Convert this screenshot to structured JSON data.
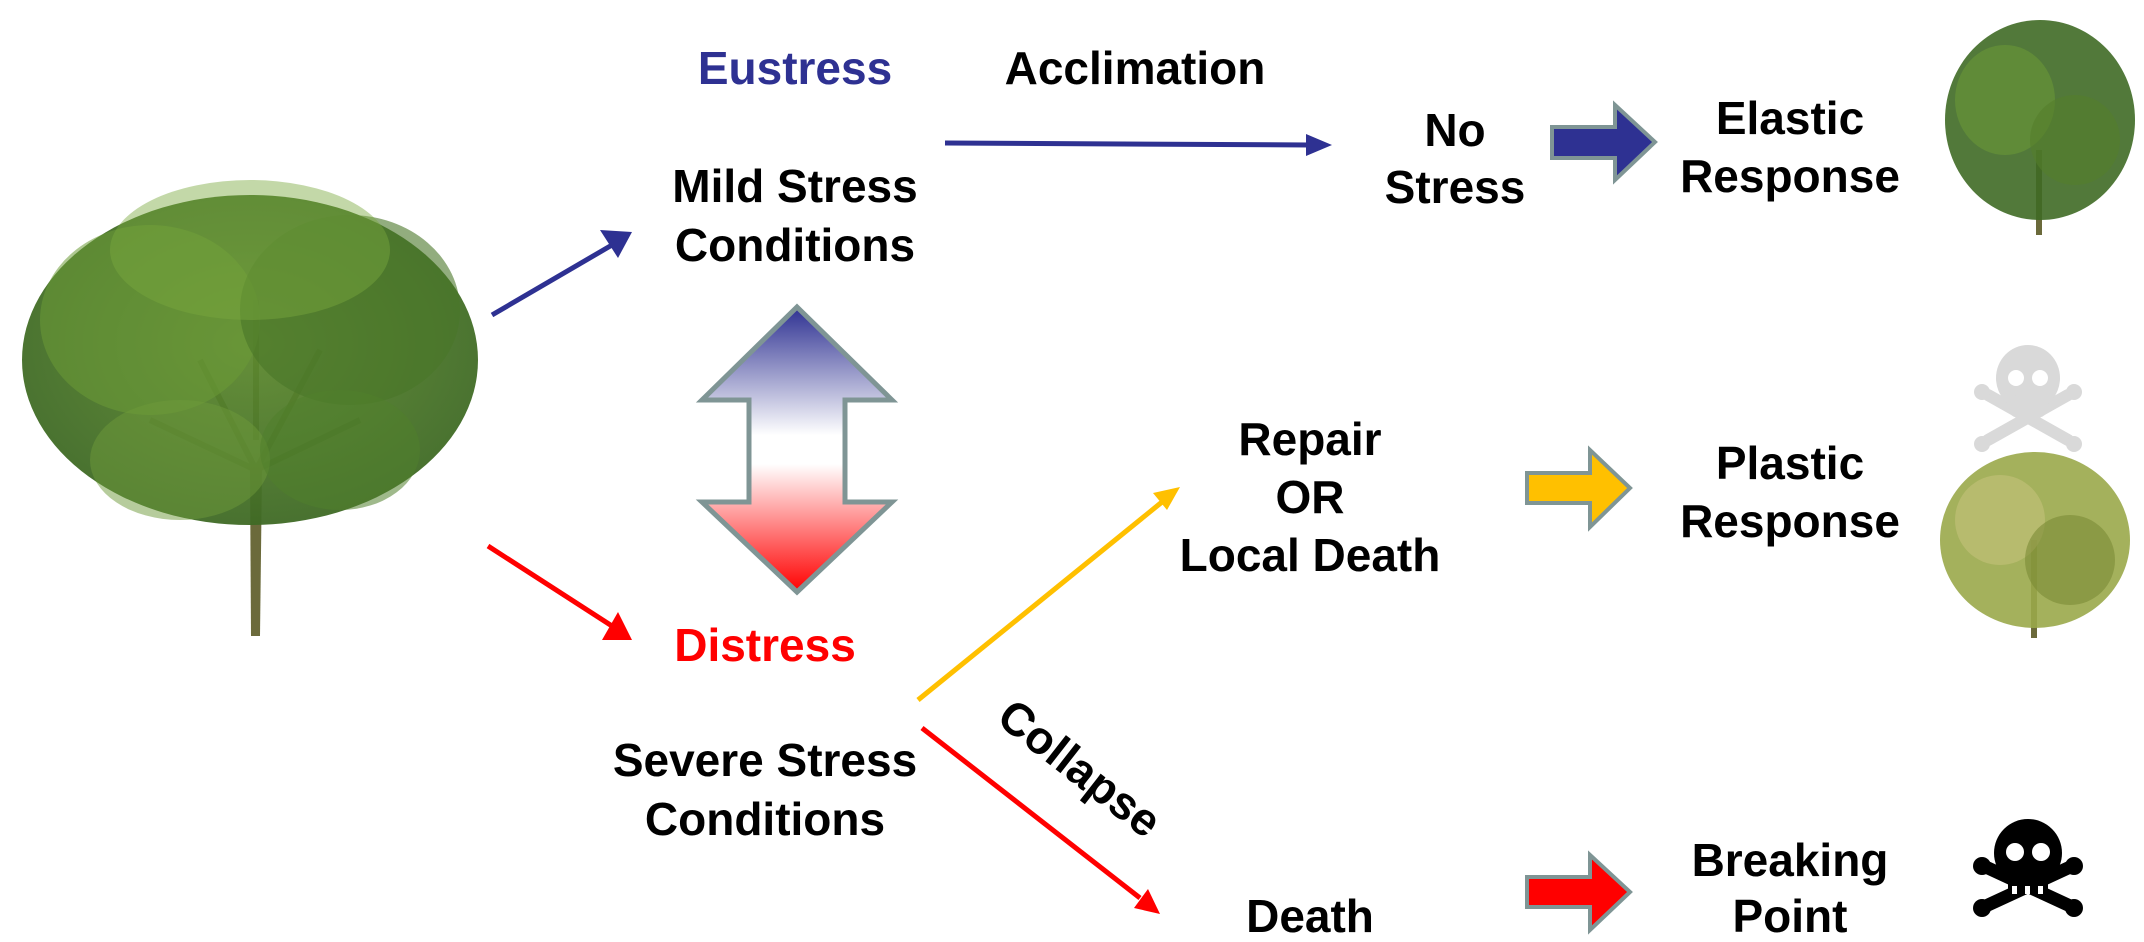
{
  "colors": {
    "blue": "#2e3192",
    "red": "#ff0000",
    "yellow": "#ffc000",
    "outline": "#7f9595",
    "leaf": "#4f7a2a",
    "leaf_light": "#8ca33a",
    "trunk": "#6b6a3b",
    "skull_gray": "#d9d9d9",
    "skull_black": "#000000"
  },
  "labels": {
    "eustress": "Eustress",
    "acclimation": "Acclimation",
    "mild_line1": "Mild Stress",
    "mild_line2": "Conditions",
    "no_line1": "No",
    "no_line2": "Stress",
    "elastic_line1": "Elastic",
    "elastic_line2": "Response",
    "repair_line1": "Repair",
    "repair_line2": "OR",
    "repair_line3": "Local Death",
    "plastic_line1": "Plastic",
    "plastic_line2": "Response",
    "distress": "Distress",
    "severe_line1": "Severe Stress",
    "severe_line2": "Conditions",
    "collapse": "Collapse",
    "death": "Death",
    "breaking_line1": "Breaking",
    "breaking_line2": "Point"
  },
  "icons": {
    "main_tree": "olive-tree-icon",
    "healthy_tree": "healthy-tree-icon",
    "damaged_tree": "damaged-tree-icon",
    "gray_skull": "skull-crossbones-icon",
    "black_skull": "skull-crossbones-icon"
  }
}
